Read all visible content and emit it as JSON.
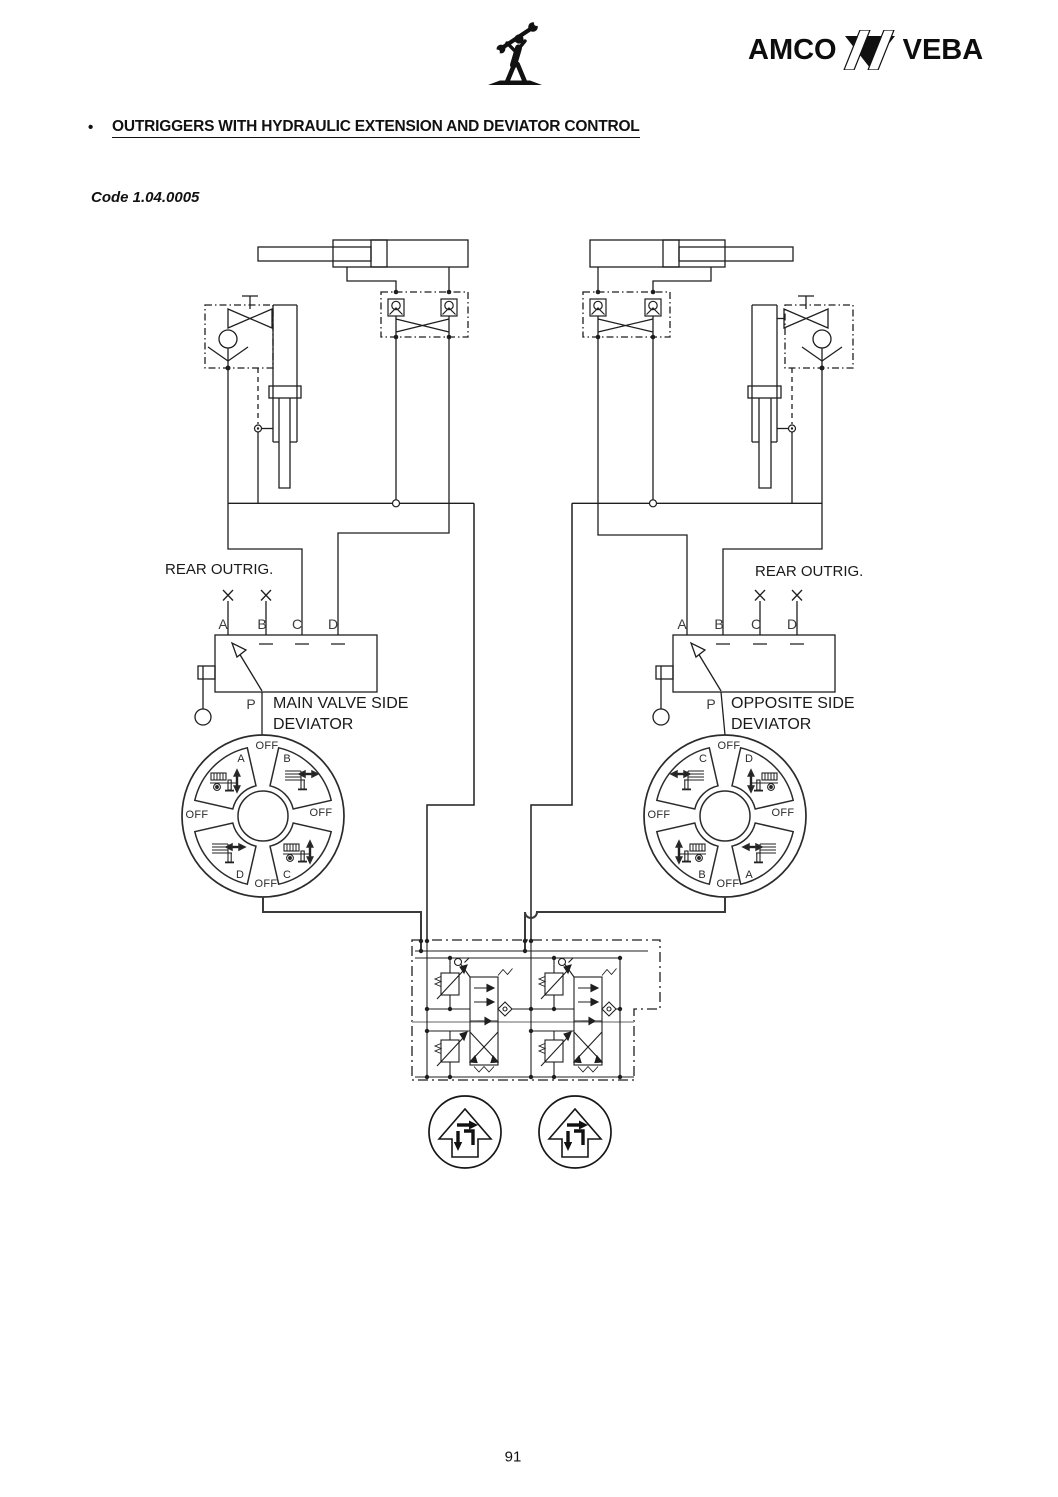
{
  "header": {
    "logo_amco": "AMCO",
    "logo_veba": "VEBA",
    "icons": {
      "center_icon": "worker-with-wrench-icon",
      "logo_emblem": "amco-veba-emblem"
    }
  },
  "title": {
    "bullet": "•",
    "text": "OUTRIGGERS WITH HYDRAULIC EXTENSION AND DEVIATOR CONTROL"
  },
  "code": "Code 1.04.0005",
  "diagram": {
    "left": {
      "outrigger_label": "REAR OUTRIG.",
      "ports": [
        "A",
        "B",
        "C",
        "D"
      ],
      "pump_port": "P",
      "deviator_label_line1": "MAIN VALVE SIDE",
      "deviator_label_line2": "DEVIATOR",
      "dial": {
        "nw": "A",
        "ne": "B",
        "sw": "D",
        "se": "C"
      }
    },
    "right": {
      "outrigger_label": "REAR OUTRIG.",
      "ports": [
        "A",
        "B",
        "C",
        "D"
      ],
      "pump_port": "P",
      "deviator_label_line1": "OPPOSITE SIDE",
      "deviator_label_line2": "DEVIATOR",
      "dial": {
        "nw": "C",
        "ne": "D",
        "sw": "B",
        "se": "A"
      }
    },
    "off_label": "OFF",
    "symbols": {
      "bottom_left": "outrigger-flow-direction-symbol",
      "bottom_right": "outrigger-flow-direction-symbol"
    }
  },
  "page_number": "91",
  "colors": {
    "line": "#1f1f1f",
    "connector": "#3a3a3a",
    "text": "#111111"
  }
}
